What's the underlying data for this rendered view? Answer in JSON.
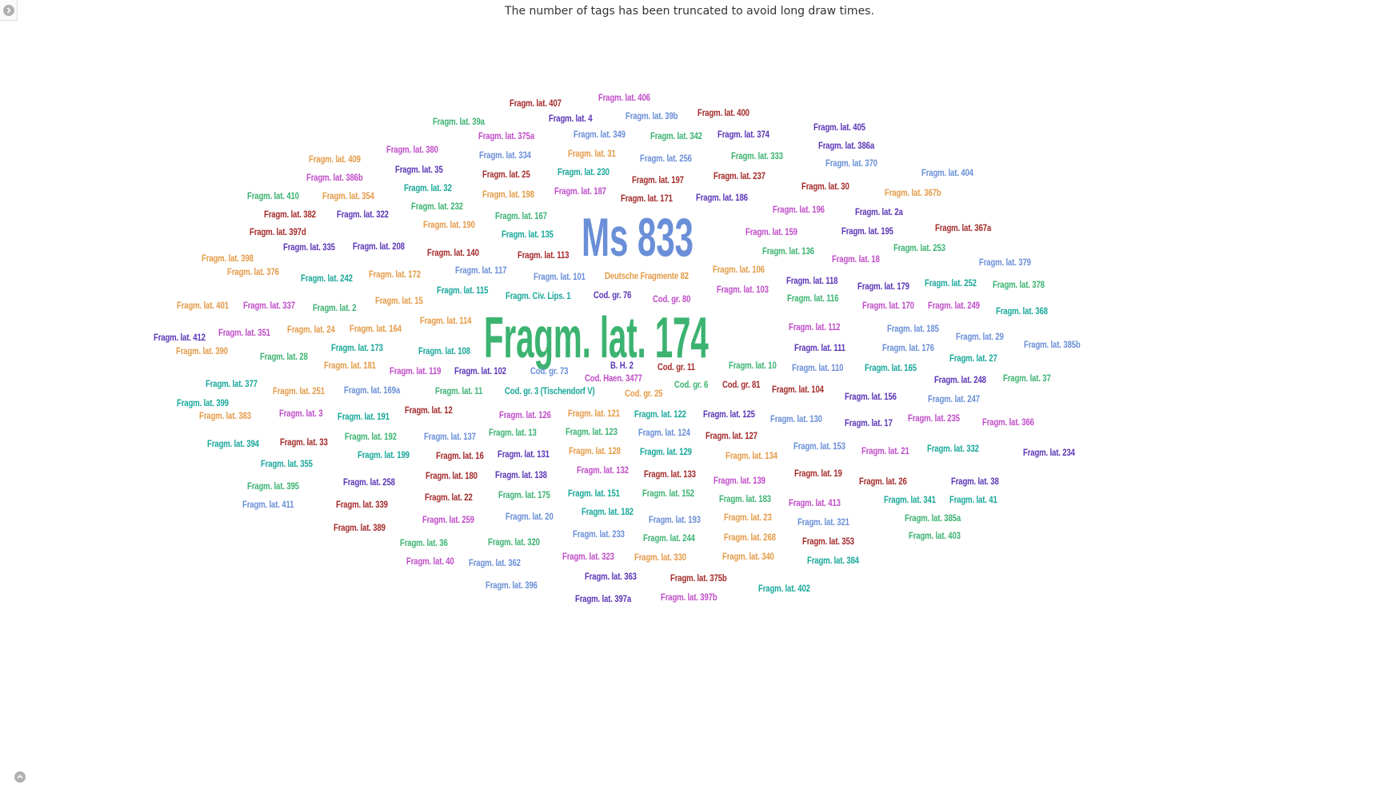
{
  "notice": "The number of tags has been truncated to avoid long draw times.",
  "icons": {
    "top_toggle": "chevron-right-circle-icon",
    "bottom_toggle": "chevron-up-circle-icon"
  },
  "colors": {
    "red": "#a52a2a",
    "green": "#3cb371",
    "blue": "#6a8fd8",
    "purple": "#5b35b7",
    "orange": "#e49b48",
    "magenta": "#c04dc9",
    "teal": "#19a89a"
  },
  "tags": [
    {
      "t": "Ms 833",
      "c": "blue",
      "w": "xl"
    },
    {
      "t": "Fragm. lat. 174",
      "c": "green",
      "w": "xl"
    },
    {
      "t": "Fragm. lat. 407",
      "c": "red"
    },
    {
      "t": "Fragm. lat. 406",
      "c": "magenta"
    },
    {
      "t": "Fragm. lat. 39a",
      "c": "green"
    },
    {
      "t": "Fragm. lat. 4",
      "c": "purple"
    },
    {
      "t": "Fragm. lat. 39b",
      "c": "blue"
    },
    {
      "t": "Fragm. lat. 400",
      "c": "red"
    },
    {
      "t": "Fragm. lat. 405",
      "c": "purple"
    },
    {
      "t": "Fragm. lat. 375a",
      "c": "magenta"
    },
    {
      "t": "Fragm. lat. 349",
      "c": "blue"
    },
    {
      "t": "Fragm. lat. 342",
      "c": "green"
    },
    {
      "t": "Fragm. lat. 374",
      "c": "purple"
    },
    {
      "t": "Fragm. lat. 386a",
      "c": "purple"
    },
    {
      "t": "Fragm. lat. 380",
      "c": "magenta"
    },
    {
      "t": "Fragm. lat. 409",
      "c": "orange"
    },
    {
      "t": "Fragm. lat. 334",
      "c": "blue"
    },
    {
      "t": "Fragm. lat. 31",
      "c": "orange"
    },
    {
      "t": "Fragm. lat. 256",
      "c": "blue"
    },
    {
      "t": "Fragm. lat. 333",
      "c": "green"
    },
    {
      "t": "Fragm. lat. 370",
      "c": "blue"
    },
    {
      "t": "Fragm. lat. 404",
      "c": "blue"
    },
    {
      "t": "Fragm. lat. 35",
      "c": "purple"
    },
    {
      "t": "Fragm. lat. 25",
      "c": "red"
    },
    {
      "t": "Fragm. lat. 230",
      "c": "teal"
    },
    {
      "t": "Fragm. lat. 386b",
      "c": "magenta"
    },
    {
      "t": "Fragm. lat. 197",
      "c": "red"
    },
    {
      "t": "Fragm. lat. 237",
      "c": "red"
    },
    {
      "t": "Fragm. lat. 32",
      "c": "teal"
    },
    {
      "t": "Fragm. lat. 30",
      "c": "red"
    },
    {
      "t": "Fragm. lat. 367b",
      "c": "orange"
    },
    {
      "t": "Fragm. lat. 410",
      "c": "green"
    },
    {
      "t": "Fragm. lat. 354",
      "c": "orange"
    },
    {
      "t": "Fragm. lat. 198",
      "c": "orange"
    },
    {
      "t": "Fragm. lat. 187",
      "c": "magenta"
    },
    {
      "t": "Fragm. lat. 171",
      "c": "red"
    },
    {
      "t": "Fragm. lat. 186",
      "c": "purple"
    },
    {
      "t": "Fragm. lat. 232",
      "c": "green"
    },
    {
      "t": "Fragm. lat. 196",
      "c": "magenta"
    },
    {
      "t": "Fragm. lat. 2a",
      "c": "purple"
    },
    {
      "t": "Fragm. lat. 382",
      "c": "red"
    },
    {
      "t": "Fragm. lat. 322",
      "c": "purple"
    },
    {
      "t": "Fragm. lat. 167",
      "c": "green"
    },
    {
      "t": "Fragm. lat. 190",
      "c": "orange"
    },
    {
      "t": "Fragm. lat. 367a",
      "c": "red"
    },
    {
      "t": "Fragm. lat. 397d",
      "c": "red"
    },
    {
      "t": "Fragm. lat. 135",
      "c": "teal"
    },
    {
      "t": "Fragm. lat. 159",
      "c": "magenta"
    },
    {
      "t": "Fragm. lat. 195",
      "c": "purple"
    },
    {
      "t": "Fragm. lat. 335",
      "c": "purple"
    },
    {
      "t": "Fragm. lat. 208",
      "c": "purple"
    },
    {
      "t": "Fragm. lat. 253",
      "c": "green"
    },
    {
      "t": "Fragm. lat. 140",
      "c": "red"
    },
    {
      "t": "Fragm. lat. 113",
      "c": "red"
    },
    {
      "t": "Fragm. lat. 136",
      "c": "green"
    },
    {
      "t": "Fragm. lat. 398",
      "c": "orange"
    },
    {
      "t": "Fragm. lat. 18",
      "c": "magenta"
    },
    {
      "t": "Fragm. lat. 379",
      "c": "blue"
    },
    {
      "t": "Fragm. lat. 117",
      "c": "blue"
    },
    {
      "t": "Fragm. lat. 106",
      "c": "orange"
    },
    {
      "t": "Fragm. lat. 376",
      "c": "orange"
    },
    {
      "t": "Fragm. lat. 242",
      "c": "teal"
    },
    {
      "t": "Fragm. lat. 172",
      "c": "orange"
    },
    {
      "t": "Fragm. lat. 101",
      "c": "blue"
    },
    {
      "t": "Deutsche Fragmente 82",
      "c": "orange"
    },
    {
      "t": "Fragm. lat. 118",
      "c": "purple"
    },
    {
      "t": "Fragm. lat. 179",
      "c": "purple"
    },
    {
      "t": "Fragm. lat. 252",
      "c": "teal"
    },
    {
      "t": "Fragm. lat. 378",
      "c": "green"
    },
    {
      "t": "Fragm. lat. 115",
      "c": "teal"
    },
    {
      "t": "Fragm. lat. 103",
      "c": "magenta"
    },
    {
      "t": "Fragm. Civ. Lips. 1",
      "c": "teal"
    },
    {
      "t": "Cod. gr. 76",
      "c": "purple"
    },
    {
      "t": "Cod. gr. 80",
      "c": "magenta"
    },
    {
      "t": "Fragm. lat. 116",
      "c": "green"
    },
    {
      "t": "Fragm. lat. 401",
      "c": "orange"
    },
    {
      "t": "Fragm. lat. 337",
      "c": "magenta"
    },
    {
      "t": "Fragm. lat. 2",
      "c": "green"
    },
    {
      "t": "Fragm. lat. 15",
      "c": "orange"
    },
    {
      "t": "Fragm. lat. 170",
      "c": "magenta"
    },
    {
      "t": "Fragm. lat. 249",
      "c": "magenta"
    },
    {
      "t": "Fragm. lat. 368",
      "c": "teal"
    },
    {
      "t": "Fragm. lat. 114",
      "c": "orange"
    },
    {
      "t": "Fragm. lat. 24",
      "c": "orange"
    },
    {
      "t": "Fragm. lat. 164",
      "c": "orange"
    },
    {
      "t": "Fragm. lat. 351",
      "c": "magenta"
    },
    {
      "t": "Fragm. lat. 112",
      "c": "magenta"
    },
    {
      "t": "Fragm. lat. 185",
      "c": "blue"
    },
    {
      "t": "Fragm. lat. 412",
      "c": "purple"
    },
    {
      "t": "Fragm. lat. 29",
      "c": "blue"
    },
    {
      "t": "Fragm. lat. 385b",
      "c": "blue"
    },
    {
      "t": "Fragm. lat. 390",
      "c": "orange"
    },
    {
      "t": "Fragm. lat. 173",
      "c": "teal"
    },
    {
      "t": "Fragm. lat. 108",
      "c": "teal"
    },
    {
      "t": "Fragm. lat. 111",
      "c": "purple"
    },
    {
      "t": "Fragm. lat. 176",
      "c": "blue"
    },
    {
      "t": "Fragm. lat. 28",
      "c": "green"
    },
    {
      "t": "Fragm. lat. 27",
      "c": "teal"
    },
    {
      "t": "Fragm. lat. 181",
      "c": "orange"
    },
    {
      "t": "Fragm. lat. 119",
      "c": "magenta"
    },
    {
      "t": "Fragm. lat. 102",
      "c": "purple"
    },
    {
      "t": "Cod. gr. 73",
      "c": "blue"
    },
    {
      "t": "B. H. 2",
      "c": "purple"
    },
    {
      "t": "Cod. gr. 11",
      "c": "red"
    },
    {
      "t": "Fragm. lat. 10",
      "c": "green"
    },
    {
      "t": "Fragm. lat. 110",
      "c": "blue"
    },
    {
      "t": "Fragm. lat. 165",
      "c": "teal"
    },
    {
      "t": "Cod. Haen. 3477",
      "c": "magenta"
    },
    {
      "t": "Fragm. lat. 248",
      "c": "purple"
    },
    {
      "t": "Fragm. lat. 37",
      "c": "green"
    },
    {
      "t": "Fragm. lat. 377",
      "c": "teal"
    },
    {
      "t": "Cod. gr. 6",
      "c": "green"
    },
    {
      "t": "Cod. gr. 81",
      "c": "red"
    },
    {
      "t": "Fragm. lat. 104",
      "c": "red"
    },
    {
      "t": "Fragm. lat. 251",
      "c": "orange"
    },
    {
      "t": "Fragm. lat. 169a",
      "c": "blue"
    },
    {
      "t": "Fragm. lat. 11",
      "c": "green"
    },
    {
      "t": "Cod. gr. 3 (Tischendorf V)",
      "c": "teal"
    },
    {
      "t": "Cod. gr. 25",
      "c": "orange"
    },
    {
      "t": "Fragm. lat. 156",
      "c": "purple"
    },
    {
      "t": "Fragm. lat. 247",
      "c": "blue"
    },
    {
      "t": "Fragm. lat. 399",
      "c": "teal"
    },
    {
      "t": "Fragm. lat. 12",
      "c": "red"
    },
    {
      "t": "Fragm. lat. 383",
      "c": "orange"
    },
    {
      "t": "Fragm. lat. 3",
      "c": "magenta"
    },
    {
      "t": "Fragm. lat. 191",
      "c": "teal"
    },
    {
      "t": "Fragm. lat. 126",
      "c": "magenta"
    },
    {
      "t": "Fragm. lat. 121",
      "c": "orange"
    },
    {
      "t": "Fragm. lat. 122",
      "c": "teal"
    },
    {
      "t": "Fragm. lat. 125",
      "c": "purple"
    },
    {
      "t": "Fragm. lat. 130",
      "c": "blue"
    },
    {
      "t": "Fragm. lat. 17",
      "c": "purple"
    },
    {
      "t": "Fragm. lat. 235",
      "c": "magenta"
    },
    {
      "t": "Fragm. lat. 366",
      "c": "magenta"
    },
    {
      "t": "Fragm. lat. 137",
      "c": "blue"
    },
    {
      "t": "Fragm. lat. 13",
      "c": "green"
    },
    {
      "t": "Fragm. lat. 123",
      "c": "green"
    },
    {
      "t": "Fragm. lat. 124",
      "c": "blue"
    },
    {
      "t": "Fragm. lat. 127",
      "c": "red"
    },
    {
      "t": "Fragm. lat. 394",
      "c": "teal"
    },
    {
      "t": "Fragm. lat. 33",
      "c": "red"
    },
    {
      "t": "Fragm. lat. 192",
      "c": "green"
    },
    {
      "t": "Fragm. lat. 153",
      "c": "blue"
    },
    {
      "t": "Fragm. lat. 21",
      "c": "magenta"
    },
    {
      "t": "Fragm. lat. 332",
      "c": "teal"
    },
    {
      "t": "Fragm. lat. 234",
      "c": "purple"
    },
    {
      "t": "Fragm. lat. 199",
      "c": "teal"
    },
    {
      "t": "Fragm. lat. 16",
      "c": "red"
    },
    {
      "t": "Fragm. lat. 131",
      "c": "purple"
    },
    {
      "t": "Fragm. lat. 128",
      "c": "orange"
    },
    {
      "t": "Fragm. lat. 129",
      "c": "teal"
    },
    {
      "t": "Fragm. lat. 134",
      "c": "orange"
    },
    {
      "t": "Fragm. lat. 355",
      "c": "teal"
    },
    {
      "t": "Fragm. lat. 132",
      "c": "magenta"
    },
    {
      "t": "Fragm. lat. 180",
      "c": "red"
    },
    {
      "t": "Fragm. lat. 138",
      "c": "purple"
    },
    {
      "t": "Fragm. lat. 133",
      "c": "red"
    },
    {
      "t": "Fragm. lat. 19",
      "c": "red"
    },
    {
      "t": "Fragm. lat. 258",
      "c": "purple"
    },
    {
      "t": "Fragm. lat. 139",
      "c": "magenta"
    },
    {
      "t": "Fragm. lat. 26",
      "c": "red"
    },
    {
      "t": "Fragm. lat. 38",
      "c": "purple"
    },
    {
      "t": "Fragm. lat. 395",
      "c": "green"
    },
    {
      "t": "Fragm. lat. 22",
      "c": "red"
    },
    {
      "t": "Fragm. lat. 175",
      "c": "green"
    },
    {
      "t": "Fragm. lat. 151",
      "c": "teal"
    },
    {
      "t": "Fragm. lat. 152",
      "c": "green"
    },
    {
      "t": "Fragm. lat. 183",
      "c": "green"
    },
    {
      "t": "Fragm. lat. 411",
      "c": "blue"
    },
    {
      "t": "Fragm. lat. 339",
      "c": "red"
    },
    {
      "t": "Fragm. lat. 413",
      "c": "magenta"
    },
    {
      "t": "Fragm. lat. 341",
      "c": "teal"
    },
    {
      "t": "Fragm. lat. 41",
      "c": "teal"
    },
    {
      "t": "Fragm. lat. 182",
      "c": "teal"
    },
    {
      "t": "Fragm. lat. 20",
      "c": "blue"
    },
    {
      "t": "Fragm. lat. 193",
      "c": "blue"
    },
    {
      "t": "Fragm. lat. 23",
      "c": "orange"
    },
    {
      "t": "Fragm. lat. 385a",
      "c": "green"
    },
    {
      "t": "Fragm. lat. 259",
      "c": "magenta"
    },
    {
      "t": "Fragm. lat. 321",
      "c": "blue"
    },
    {
      "t": "Fragm. lat. 389",
      "c": "red"
    },
    {
      "t": "Fragm. lat. 233",
      "c": "blue"
    },
    {
      "t": "Fragm. lat. 244",
      "c": "green"
    },
    {
      "t": "Fragm. lat. 268",
      "c": "orange"
    },
    {
      "t": "Fragm. lat. 403",
      "c": "green"
    },
    {
      "t": "Fragm. lat. 36",
      "c": "green"
    },
    {
      "t": "Fragm. lat. 320",
      "c": "green"
    },
    {
      "t": "Fragm. lat. 353",
      "c": "red"
    },
    {
      "t": "Fragm. lat. 323",
      "c": "magenta"
    },
    {
      "t": "Fragm. lat. 330",
      "c": "orange"
    },
    {
      "t": "Fragm. lat. 340",
      "c": "orange"
    },
    {
      "t": "Fragm. lat. 40",
      "c": "magenta"
    },
    {
      "t": "Fragm. lat. 362",
      "c": "blue"
    },
    {
      "t": "Fragm. lat. 384",
      "c": "teal"
    },
    {
      "t": "Fragm. lat. 363",
      "c": "purple"
    },
    {
      "t": "Fragm. lat. 375b",
      "c": "red"
    },
    {
      "t": "Fragm. lat. 396",
      "c": "blue"
    },
    {
      "t": "Fragm. lat. 402",
      "c": "teal"
    },
    {
      "t": "Fragm. lat. 397a",
      "c": "purple"
    },
    {
      "t": "Fragm. lat. 397b",
      "c": "magenta"
    }
  ]
}
